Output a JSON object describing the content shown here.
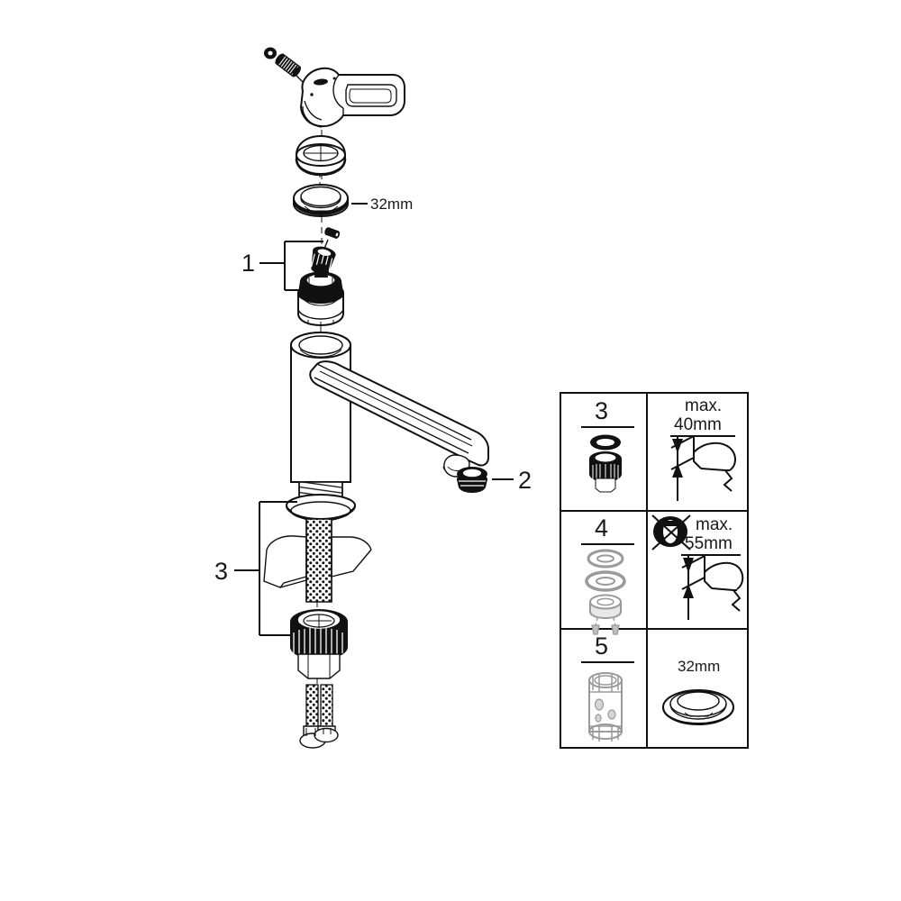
{
  "document": {
    "title": "Single-lever basin mixer — exploded installation diagram",
    "type": "technical-exploded-view"
  },
  "callouts": [
    {
      "id": "callout-1",
      "label": "1",
      "target": "cartridge-assembly"
    },
    {
      "id": "callout-2",
      "label": "2",
      "target": "aerator-mousseur"
    },
    {
      "id": "callout-3",
      "label": "3",
      "target": "mounting-nut-assembly"
    }
  ],
  "dimensions": {
    "top_nut": "32mm"
  },
  "panels": [
    {
      "number": "3",
      "part_icon": "oring-and-knurled-nut",
      "note_icon": "none",
      "note_prefix": "max.",
      "note_value": "40mm",
      "note_icon_desc": "basin-thickness-arrow"
    },
    {
      "number": "4",
      "part_icon": "washers-and-gasket-stack",
      "note_icon": "not-allowed-cross",
      "note_prefix": "max.",
      "note_value": "55mm",
      "note_icon_desc": "basin-thickness-arrow"
    },
    {
      "number": "5",
      "part_icon": "slotted-sleeve",
      "note_icon": "none",
      "note_prefix": "",
      "note_value": "32mm",
      "note_icon_desc": "sealing-ring"
    }
  ],
  "parts": [
    {
      "name": "grub-screw",
      "desc": "Allen grub screw"
    },
    {
      "name": "lever-handle",
      "desc": "Single lever handle"
    },
    {
      "name": "handle-cap",
      "desc": "Conical cap / collar"
    },
    {
      "name": "cap-nut-32mm",
      "desc": "Hexagonal cap nut 32mm"
    },
    {
      "name": "cartridge-screw",
      "desc": "Cartridge fixing screw"
    },
    {
      "name": "cartridge",
      "desc": "Ceramic cartridge"
    },
    {
      "name": "faucet-body",
      "desc": "Faucet body with spout"
    },
    {
      "name": "aerator",
      "desc": "Aerator / mousseur"
    },
    {
      "name": "sealing-washer",
      "desc": "Base sealing washer"
    },
    {
      "name": "threaded-stud",
      "desc": "Threaded mounting stud"
    },
    {
      "name": "mounting-nut",
      "desc": "Knurled mounting nut"
    },
    {
      "name": "flex-hoses",
      "desc": "Braided flexible supply hoses"
    },
    {
      "name": "basin-deck",
      "desc": "Basin deck (outline)"
    }
  ],
  "colors": {
    "line": "#111111",
    "fill": "#ffffff",
    "grey": "#9a9a9a",
    "background": "#ffffff"
  }
}
